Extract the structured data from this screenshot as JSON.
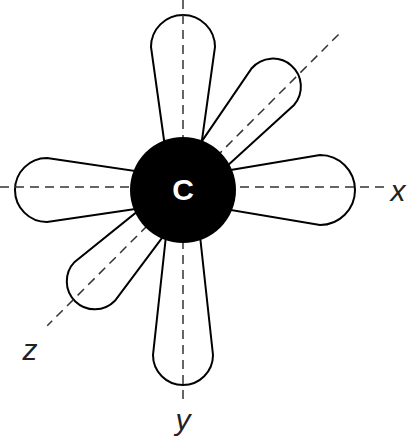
{
  "diagram": {
    "nodes": [
      {
        "text": [
          "C"
        ]
      }
    ],
    "labels": [
      "x",
      "y",
      "z"
    ]
  }
}
